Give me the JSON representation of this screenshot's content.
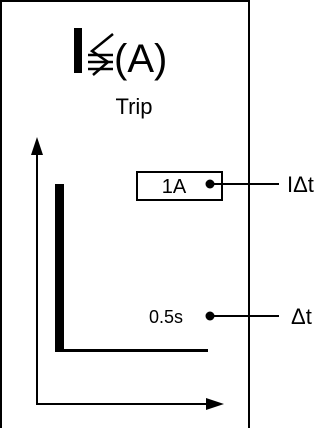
{
  "panel": {
    "title_suffix": "(A)",
    "subtitle": "Trip"
  },
  "setting_current": {
    "value": "1A",
    "parameter": "IΔt"
  },
  "setting_time": {
    "value": "0.5s",
    "parameter": "Δt"
  },
  "icons": {
    "title_symbol": "residual-current-leakage-icon"
  },
  "colors": {
    "ink": "#000000",
    "background": "#ffffff"
  }
}
